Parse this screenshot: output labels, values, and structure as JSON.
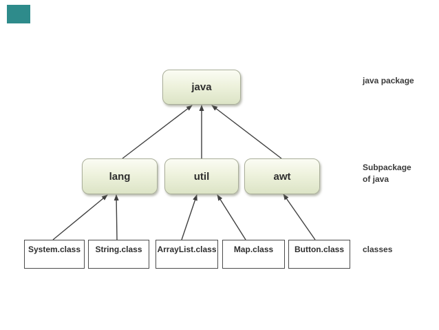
{
  "nodes": {
    "root": {
      "label": "java"
    },
    "subpackages": [
      {
        "label": "lang"
      },
      {
        "label": "util"
      },
      {
        "label": "awt"
      }
    ],
    "classes": [
      {
        "label": "System.class"
      },
      {
        "label": "String.class"
      },
      {
        "label": "ArrayList.class"
      },
      {
        "label": "Map.class"
      },
      {
        "label": "Button.class"
      }
    ]
  },
  "annotations": {
    "root": "java package",
    "subpackage": "Subpackage of java",
    "classes": "classes"
  },
  "colors": {
    "teal_block": "#2e8b8b",
    "box_gradient_top": "#fbfcf4",
    "box_gradient_bottom": "#dce4c6",
    "box_border": "#a9ae99",
    "class_box_border": "#4a4a4a",
    "arrow": "#3f3f3f",
    "text": "#2e2e2e"
  }
}
